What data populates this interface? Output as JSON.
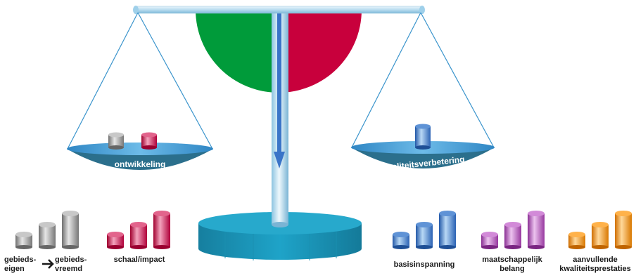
{
  "scale": {
    "left_pan_label": "ontwikkeling",
    "right_pan_label": "kwaliteitsverbetering"
  },
  "legend": {
    "region": {
      "from_line1": "gebieds-",
      "from_line2": "eigen",
      "to_line1": "gebieds-",
      "to_line2": "vreemd"
    },
    "impact": {
      "label": "schaal/impact"
    },
    "basis": {
      "label": "basisinspanning"
    },
    "maatschappelijk": {
      "line1": "maatschappelijk",
      "line2": "belang"
    },
    "aanvullend": {
      "line1": "aanvullende",
      "line2": "kwaliteitsprestaties"
    }
  },
  "colors": {
    "green": "#009b3a",
    "red": "#c8003c",
    "pan_blue": "#4a9fd8",
    "pan_dark": "#2b6f8c",
    "base_blue": "#1a9bbf",
    "arrow_blue": "#3a74c8",
    "grey": "#9a9a9a",
    "cyl_red": "#d0104a",
    "cyl_blue": "#3a7fd0",
    "cyl_purple": "#b055b8",
    "cyl_orange": "#f09010"
  }
}
